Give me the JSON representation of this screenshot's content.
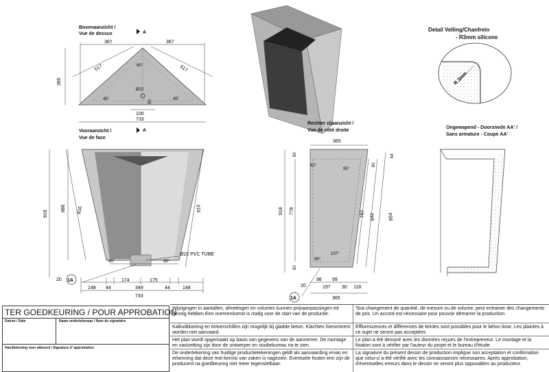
{
  "views": {
    "top": {
      "title_nl": "Bovenaanzicht /",
      "title_fr": "Vue de dessus",
      "section_mark": "A"
    },
    "front": {
      "title_nl": "Vooraanzicht /",
      "title_fr": "Vue de face",
      "section_mark": "A"
    },
    "right": {
      "title_nl": "Rechter zijaanzicht /",
      "title_fr": "Vue de côté droite"
    },
    "chamfer": {
      "title": "Detail Velling/Chanfrein",
      "subtitle": "- R3mm silicone",
      "radius_label": "R 3mm"
    },
    "section": {
      "title_nl": "Ongewapend - Doorsnede AA' /",
      "title_fr": "Sans armature - Coupe AA'"
    }
  },
  "dims": {
    "top": {
      "left": "367",
      "right": "367",
      "side_l": "517",
      "side_r": "517",
      "depth": "365",
      "angle": "90°",
      "hole": "Ø22",
      "bottom_inner": "100",
      "bottom_total": "733",
      "small": "50",
      "ang_l": "45°",
      "ang_r": "45°"
    },
    "front": {
      "h_total_l": "918",
      "h_inner": "886",
      "h_diag": "916",
      "h_right": "910",
      "b148l": "148",
      "b44l": "44",
      "b174": "174",
      "b175": "175",
      "b44r": "44",
      "b148r": "148",
      "b349": "349",
      "b733": "733",
      "b20": "20",
      "tube": "Ø22 PVC TUBE",
      "ang_l": "95°",
      "ang_r": "95°"
    },
    "right": {
      "top365": "365",
      "h918": "918",
      "h778": "778",
      "h60t": "60",
      "h60b": "60",
      "h782": "782",
      "h842": "842",
      "h854": "854",
      "h60r": "60",
      "h64": "64",
      "b20": "20",
      "b98": "98",
      "b99": "99",
      "b197": "197",
      "b30": "30",
      "b118": "118",
      "b365": "365",
      "ang_top_l": "92°",
      "ang_top_r": "95°",
      "ang_bot": "107°",
      "ang_bot2": "95°"
    }
  },
  "callout": "1A",
  "approval": {
    "title": "TER GOEDKEURING / POUR APPROBATION",
    "col_date": "Datum / Date",
    "col_name": "Naam ondertekenaar / Nom du signataire",
    "signature": "Handtekening voor akkoord / Signature d' approbation:"
  },
  "notes": [
    {
      "nl": "Wijzigingen in aantallen, afmetingen en volumes kunnen prijsaanpassingen tot gevolg hebben.Een overeenkomst is nodig voor de start van de productie.",
      "fr": "Tout changement de quantité, de mesure ou de volume, peut entrainer des changements de prix. Un accord est nécessaire pour pouvoir démarrer la production."
    },
    {
      "nl": "Kalkuitbloeiing en tintverschillen zijn mogelijk bij gladde beton. Klachten hieromtrent worden niet aanvaard.",
      "fr": "Efflorescences et différences de teintes sont possibles pour le béton lisse. Les plaintes à ce sujet ne seront pas acceptées"
    },
    {
      "nl": "Het plan wordt opgemaakt op basis van gegevens van de aannemer. De montage en vastzetting zijn door de ontwerper en studiebureau na te zien.",
      "fr": "Le plan a été dessiné avec les données reçues de l'entrepreneur. Le montage et la fixation sont à vérifier par l'auteur du projet et le bureau d'étude."
    },
    {
      "nl": "De ondertekening van huidige productietekeningen geldt als aanvaarding ervan en erkenning dat deze met kennis van zaken is nagezien. Eventuele fouten erin zijn de producent na goedkeuring niet meer tegenstelbaar.",
      "fr": "La signature du présent dessin de production implique son acceptation et confirmation que celui-ci a été vérifié avec les connaissances nécessaires. Après approbation, d'éventuelles erreurs dans le dessin ne seront plus opposables au producteur."
    }
  ]
}
